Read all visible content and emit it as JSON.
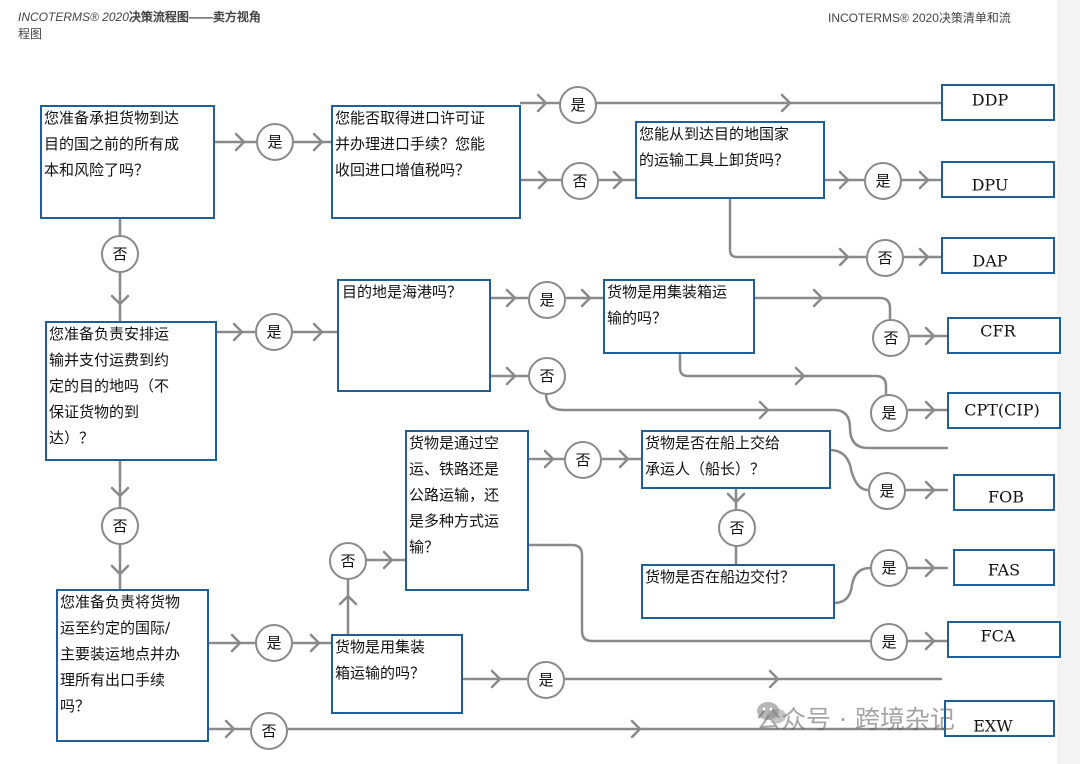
{
  "header": {
    "left_italic": "INCOTERMS® 2020",
    "left_bold": "决策流程图——卖方视角",
    "left_wrap": "程图",
    "right": "INCOTERMS® 2020决策清单和流"
  },
  "questions": {
    "q1": [
      "您准备承担货物到达",
      "目的国之前的所有成",
      "本和风险了吗？"
    ],
    "q2": [
      "您能否取得进口许可证",
      "并办理进口手续？您能",
      "收回进口增值税吗？"
    ],
    "q3": [
      "您能从到达目的地国家",
      "的运输工具上卸货吗？"
    ],
    "q4": [
      "您准备负责安排运",
      "输并支付运费到约",
      "定的目的地吗（不",
      "保证货物的到",
      "达）？"
    ],
    "q5": [
      "目的地是海港吗？"
    ],
    "q6": [
      "货物是用集装箱运",
      "输的吗？"
    ],
    "q7": [
      "货物是通过空",
      "运、铁路还是",
      "公路运输，还",
      "是多种方式运",
      "输？"
    ],
    "q8": [
      "货物是否在船上交给",
      "承运人（船长）？"
    ],
    "q9": [
      "货物是否在船边交付？"
    ],
    "q10": [
      "您准备负责将货物",
      "运至约定的国际/",
      "主要装运地点并办",
      "理所有出口手续",
      "吗？"
    ],
    "q11": [
      "货物是用集装",
      "箱运输的吗？"
    ]
  },
  "terms": {
    "ddp": "DDP",
    "dpu": "DPU",
    "dap": "DAP",
    "cfr": "CFR",
    "cpt": "CPT(CIP)",
    "fob": "FOB",
    "fas": "FAS",
    "fca": "FCA",
    "exw": "EXW"
  },
  "answers": {
    "yes": "是",
    "no": "否"
  },
  "watermark": "公众号 · 跨境杂记",
  "colors": {
    "box_border": "#1f5f97",
    "connector": "#8a8a8a",
    "text": "#111111"
  }
}
